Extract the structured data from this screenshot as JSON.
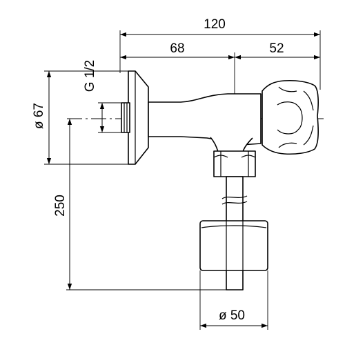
{
  "dimensions": {
    "overall_length": "120",
    "flange_to_axis": "68",
    "axis_to_handle": "52",
    "thread": "G 1/2",
    "flange_diameter": "ø 67",
    "height": "250",
    "float_diameter": "ø 50"
  }
}
